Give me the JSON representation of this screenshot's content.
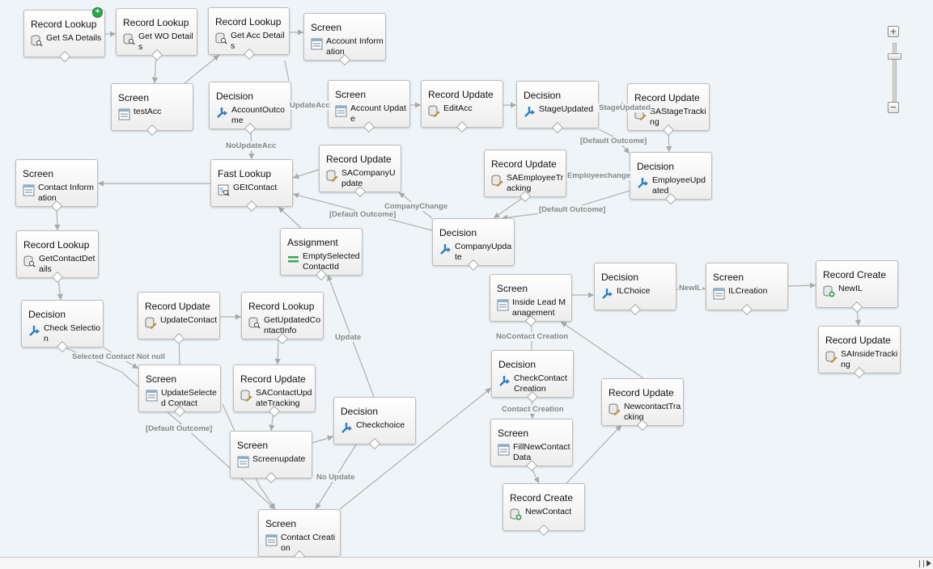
{
  "flow": {
    "nodes": [
      {
        "id": "n1",
        "type": "Record Lookup",
        "label": "Get SA Details",
        "icon": "record-lookup-icon",
        "start": true
      },
      {
        "id": "n2",
        "type": "Record Lookup",
        "label": "Get WO Details",
        "icon": "record-lookup-icon"
      },
      {
        "id": "n3",
        "type": "Record Lookup",
        "label": "Get Acc Details",
        "icon": "record-lookup-icon"
      },
      {
        "id": "n4",
        "type": "Screen",
        "label": "Account Information",
        "icon": "screen-icon"
      },
      {
        "id": "n5",
        "type": "Screen",
        "label": "testAcc",
        "icon": "screen-icon"
      },
      {
        "id": "n6",
        "type": "Decision",
        "label": "AccountOutcome",
        "icon": "decision-icon"
      },
      {
        "id": "n7",
        "type": "Screen",
        "label": "Account Update",
        "icon": "screen-icon"
      },
      {
        "id": "n8",
        "type": "Record Update",
        "label": "EditAcc",
        "icon": "record-update-icon"
      },
      {
        "id": "n9",
        "type": "Decision",
        "label": "StageUpdated",
        "icon": "decision-icon"
      },
      {
        "id": "n10",
        "type": "Record Update",
        "label": "SAStageTracking",
        "icon": "record-update-icon"
      },
      {
        "id": "n11",
        "type": "Screen",
        "label": "Contact Information",
        "icon": "screen-icon"
      },
      {
        "id": "n12",
        "type": "Fast Lookup",
        "label": "GEtContact",
        "icon": "fast-lookup-icon"
      },
      {
        "id": "n13",
        "type": "Record Update",
        "label": "SACompanyUpdate",
        "icon": "record-update-icon"
      },
      {
        "id": "n14",
        "type": "Record Update",
        "label": "SAEmployeeTracking",
        "icon": "record-update-icon"
      },
      {
        "id": "n15",
        "type": "Decision",
        "label": "EmployeeUpdated",
        "icon": "decision-icon"
      },
      {
        "id": "n16",
        "type": "Record Lookup",
        "label": "GetContactDetails",
        "icon": "record-lookup-icon"
      },
      {
        "id": "n17",
        "type": "Assignment",
        "label": "EmptySelectedContactId",
        "icon": "assignment-icon"
      },
      {
        "id": "n18",
        "type": "Decision",
        "label": "CompanyUpdate",
        "icon": "decision-icon"
      },
      {
        "id": "n19",
        "type": "Screen",
        "label": "Inside Lead Management",
        "icon": "screen-icon"
      },
      {
        "id": "n20",
        "type": "Decision",
        "label": "ILChoice",
        "icon": "decision-icon"
      },
      {
        "id": "n21",
        "type": "Screen",
        "label": "ILCreation",
        "icon": "screen-icon"
      },
      {
        "id": "n22",
        "type": "Record Create",
        "label": "NewIL",
        "icon": "record-create-icon"
      },
      {
        "id": "n23",
        "type": "Decision",
        "label": "Check Selection",
        "icon": "decision-icon"
      },
      {
        "id": "n24",
        "type": "Record Update",
        "label": "UpdateContact",
        "icon": "record-update-icon"
      },
      {
        "id": "n25",
        "type": "Record Lookup",
        "label": "GetUpdatedContactInfo",
        "icon": "record-lookup-icon"
      },
      {
        "id": "n26",
        "type": "Record Update",
        "label": "SAInsideTracking",
        "icon": "record-update-icon"
      },
      {
        "id": "n27",
        "type": "Screen",
        "label": "UpdateSelected Contact",
        "icon": "screen-icon"
      },
      {
        "id": "n28",
        "type": "Record Update",
        "label": "SAContactUpdateTracking",
        "icon": "record-update-icon"
      },
      {
        "id": "n29",
        "type": "Decision",
        "label": "CheckContact Creation",
        "icon": "decision-icon"
      },
      {
        "id": "n30",
        "type": "Decision",
        "label": "Checkchoice",
        "icon": "decision-icon"
      },
      {
        "id": "n31",
        "type": "Record Update",
        "label": "NewcontactTracking",
        "icon": "record-update-icon"
      },
      {
        "id": "n32",
        "type": "Screen",
        "label": "Screenupdate",
        "icon": "screen-icon"
      },
      {
        "id": "n33",
        "type": "Screen",
        "label": "FillNewContact Data",
        "icon": "screen-icon"
      },
      {
        "id": "n34",
        "type": "Record Create",
        "label": "NewContact",
        "icon": "record-create-icon"
      },
      {
        "id": "n35",
        "type": "Screen",
        "label": "Contact Creation",
        "icon": "screen-icon"
      }
    ],
    "edge_labels": [
      {
        "id": "l1",
        "text": "UpdateAcc"
      },
      {
        "id": "l2",
        "text": "NoUpdateAcc"
      },
      {
        "id": "l3",
        "text": "StageUpdated"
      },
      {
        "id": "l4",
        "text": "[Default Outcome]"
      },
      {
        "id": "l5",
        "text": "Employeechange"
      },
      {
        "id": "l6",
        "text": "[Default Outcome]"
      },
      {
        "id": "l7",
        "text": "[Default Outcome]"
      },
      {
        "id": "l8",
        "text": "CompanyChange"
      },
      {
        "id": "l9",
        "text": "NewIL"
      },
      {
        "id": "l10",
        "text": "NoContact Creation"
      },
      {
        "id": "l11",
        "text": "Update"
      },
      {
        "id": "l12",
        "text": "Selected Contact Not null"
      },
      {
        "id": "l13",
        "text": "Contact Creation"
      },
      {
        "id": "l14",
        "text": "[Default Outcome]"
      },
      {
        "id": "l15",
        "text": "No Update"
      }
    ]
  },
  "zoom": {
    "zoom_in": "+",
    "zoom_out": "−"
  }
}
